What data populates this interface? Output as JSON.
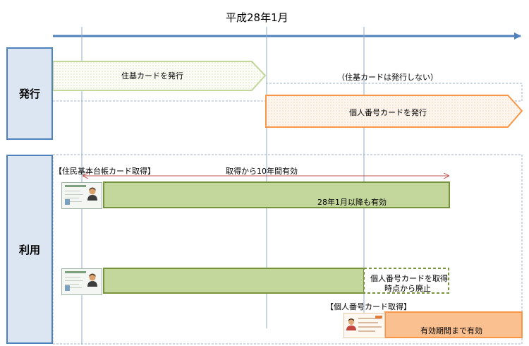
{
  "timeline": {
    "label": "平成28年1月"
  },
  "rows": {
    "issue": {
      "label": "発行"
    },
    "use": {
      "label": "利用"
    }
  },
  "issue_row": {
    "juki_card_issue": "住基カードを発行",
    "juki_not_issued": "（住基カードは発行しない）",
    "my_number_card_issue": "個人番号カードを発行"
  },
  "use_row": {
    "juki_acquired_header": "【住民基本台帳カード取得】",
    "valid_10_years": "取得から10年間有効",
    "valid_after_jan28": "28年1月以降も有効",
    "abolish_line1": "個人番号カードを取得",
    "abolish_line2": "時点から廃止",
    "my_number_acquired_header": "【個人番号カード取得】",
    "valid_until_expiry": "有効期間まで有効"
  },
  "colors": {
    "arrow_blue": "#4f81bd",
    "green_fill": "#c3d69b",
    "green_border": "#77933c",
    "orange_fill": "#fac090",
    "orange_border": "#f79646",
    "range_arrow": "#c0504d"
  }
}
